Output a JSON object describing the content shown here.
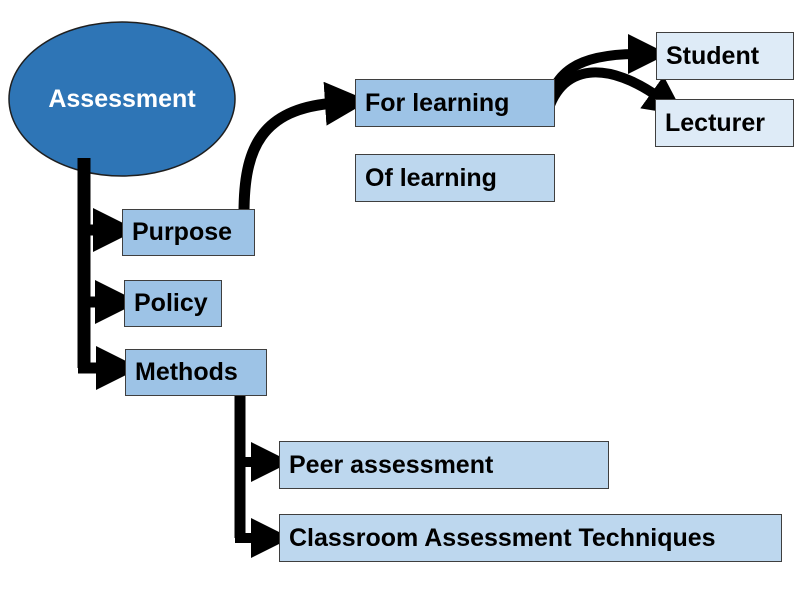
{
  "diagram": {
    "root": {
      "label": "Assessment"
    },
    "nodes": {
      "purpose": "Purpose",
      "policy": "Policy",
      "methods": "Methods",
      "for_learning": "For learning",
      "of_learning": "Of learning",
      "student": "Student",
      "lecturer": "Lecturer",
      "peer_assessment": "Peer assessment",
      "classroom_techniques": "Classroom Assessment Techniques"
    },
    "colors": {
      "root_fill": "#2e75b6",
      "node_light": "#bdd7ee",
      "node_mid": "#9dc3e6",
      "node_pale": "#deebf7",
      "connector": "#000000",
      "border": "#3f3f3f"
    }
  }
}
